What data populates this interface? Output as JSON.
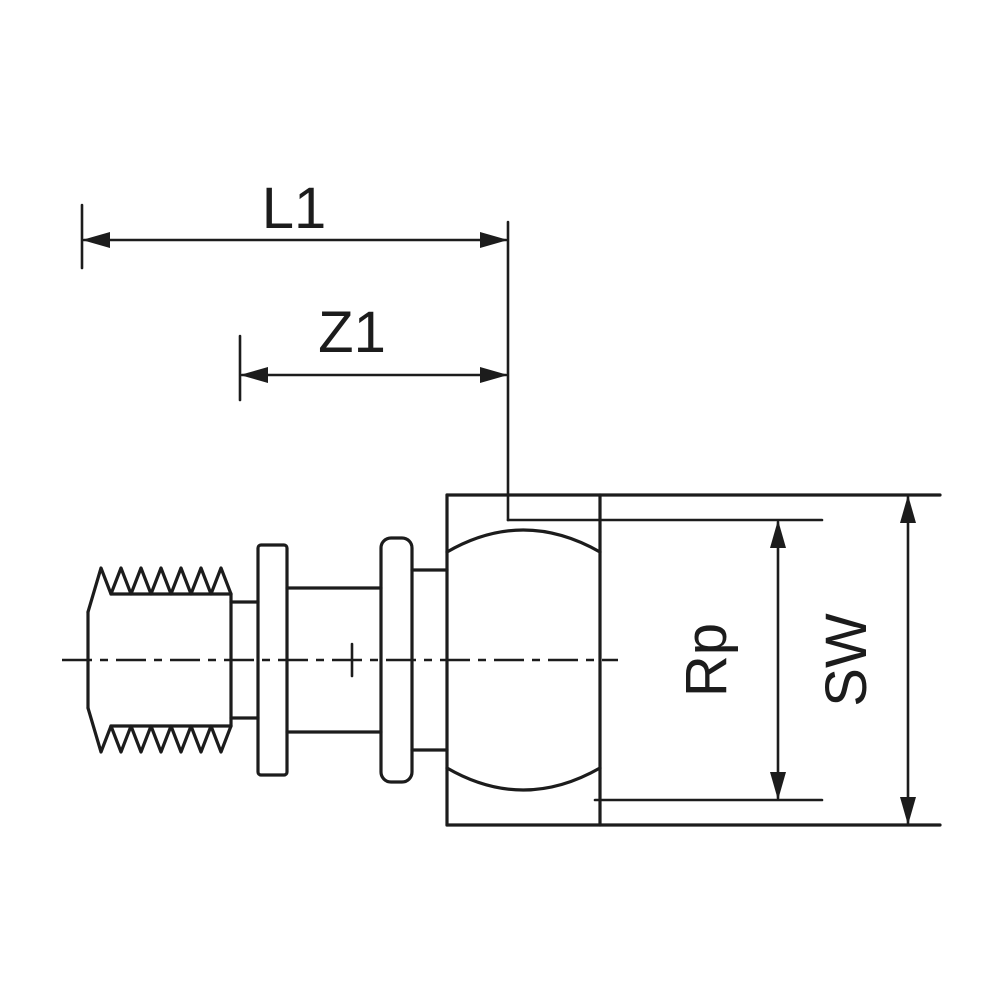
{
  "diagram": {
    "kind": "technical-drawing",
    "labels": {
      "l1": "L1",
      "z1": "Z1",
      "rp": "Rp",
      "sw": "SW"
    },
    "colors": {
      "line": "#1c1c1c",
      "background": "#ffffff"
    }
  }
}
